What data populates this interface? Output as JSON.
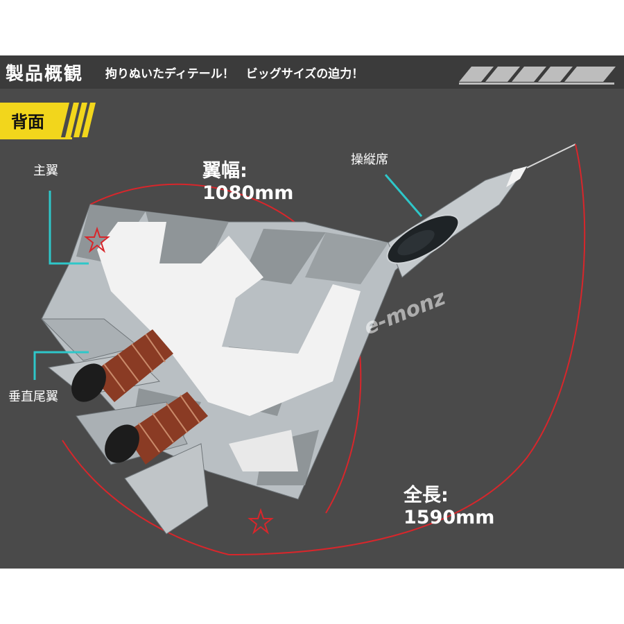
{
  "header": {
    "title": "製品概観",
    "tagline": "拘りぬいたディテール！　ビッグサイズの迫力！"
  },
  "section": {
    "label": "背面"
  },
  "callouts": {
    "main_wing": "主翼",
    "vertical_tail": "垂直尾翼",
    "cockpit": "操縦席"
  },
  "dimensions": {
    "wingspan_label": "翼幅:",
    "wingspan_value": "1080mm",
    "length_label": "全長:",
    "length_value": "1590mm"
  },
  "watermark": "e-monz",
  "colors": {
    "background": "#4a4a4a",
    "header": "#3b3b3b",
    "accent_yellow": "#f2d61c",
    "callout_line": "#2ec7c9",
    "dimension_arc": "#d8262b",
    "airframe_light": "#b9bfc3",
    "airframe_dark": "#8f9598",
    "airframe_white": "#f2f2f2",
    "nozzle": "#8a3b24"
  },
  "icons": [
    "red-star-icon",
    "stripe-decoration-icon"
  ]
}
